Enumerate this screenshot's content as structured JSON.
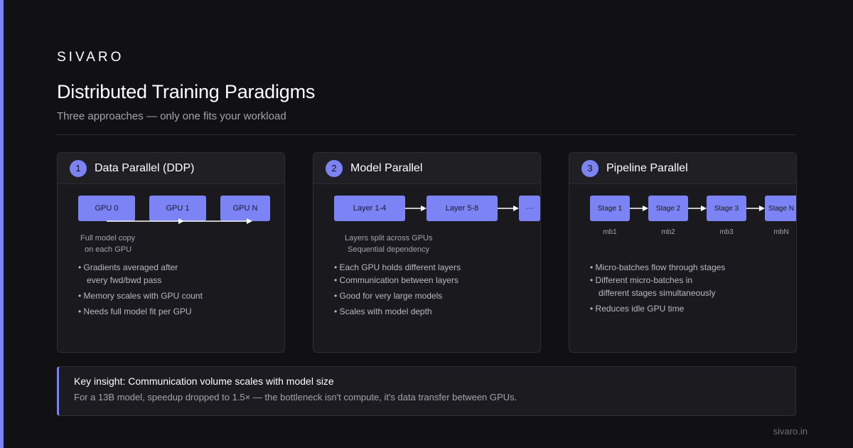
{
  "brand": "SIVARO",
  "title": "Distributed Training Paradigms",
  "subtitle": "Three approaches — only one fits your workload",
  "accent_color": "#7c83f4",
  "cards": [
    {
      "number": "1",
      "title": "Data Parallel (DDP)",
      "boxes": [
        "GPU 0",
        "GPU 1",
        "GPU N"
      ],
      "caption": [
        "Full model copy",
        "on each GPU"
      ],
      "bullets": [
        [
          "• Gradients averaged after",
          "every fwd/bwd pass"
        ],
        [
          "• Memory scales with GPU count"
        ],
        [
          "• Needs full model fit per GPU"
        ]
      ]
    },
    {
      "number": "2",
      "title": "Model Parallel",
      "boxes": [
        "Layer 1-4",
        "Layer 5-8",
        "···"
      ],
      "caption": [
        "Layers split across GPUs",
        "Sequential dependency"
      ],
      "bullets": [
        [
          "• Each GPU holds different layers"
        ],
        [
          "• Communication between layers"
        ],
        [
          "• Good for very large models"
        ],
        [
          "• Scales with model depth"
        ]
      ]
    },
    {
      "number": "3",
      "title": "Pipeline Parallel",
      "boxes": [
        "Stage 1",
        "Stage 2",
        "Stage 3",
        "Stage N"
      ],
      "micro_batches": [
        "mb1",
        "mb2",
        "mb3",
        "mbN"
      ],
      "bullets": [
        [
          "• Micro-batches flow through stages"
        ],
        [
          "• Different micro-batches in",
          "different stages simultaneously"
        ],
        [
          "• Reduces idle GPU time"
        ]
      ]
    }
  ],
  "insight": {
    "title": "Key insight: Communication volume scales with model size",
    "body": "For a 13B model, speedup dropped to 1.5× — the bottleneck isn't compute, it's data transfer between GPUs."
  },
  "footer": "sivaro.in"
}
